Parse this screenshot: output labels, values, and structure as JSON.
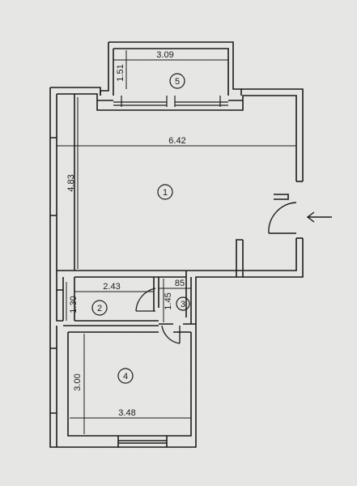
{
  "plan": {
    "dimensions": {
      "balcony_width": "3.09",
      "balcony_depth": "1.51",
      "main_room_width": "6.42",
      "main_room_depth": "4.83",
      "bathroom_width": "2.43",
      "bathroom_depth": "1.30",
      "hall_width": "85",
      "hall_depth": "1.45",
      "bedroom_depth": "3.00",
      "bedroom_width": "3.48"
    },
    "rooms": [
      {
        "number": "1"
      },
      {
        "number": "2"
      },
      {
        "number": "3"
      },
      {
        "number": "4"
      },
      {
        "number": "5"
      }
    ],
    "entrance_arrow": "entrance-arrow-icon"
  },
  "colors": {
    "line": "#1c1c1c",
    "paper": "#e6e6e4"
  }
}
